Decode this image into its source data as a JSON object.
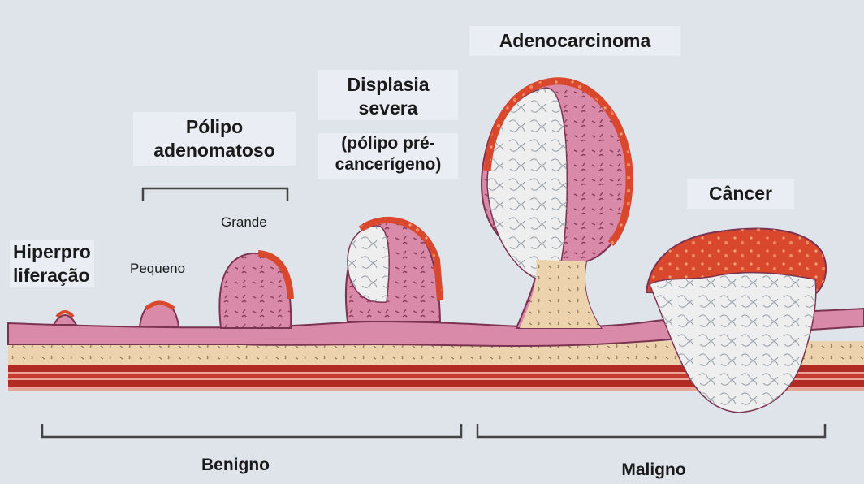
{
  "labels": {
    "hiperproliferacao": "Hiperpro\nliferação",
    "pequeno": "Pequeno",
    "grande": "Grande",
    "polipo_adenomatoso": "Pólipo\nadenomatoso",
    "displasia_severa": "Displasia\nsevera",
    "displasia_sub": "(pólipo pré-\ncancerígeno)",
    "adenocarcinoma": "Adenocarcinoma",
    "cancer": "Câncer",
    "benigno": "Benigno",
    "maligno": "Maligno"
  },
  "colors": {
    "background": "#dfe3ea",
    "mucosa": "#d98aa8",
    "mucosa_dark": "#8a3c5c",
    "submucosa": "#ecd3ae",
    "muscle": "#c0322c",
    "tumor_surface": "#d9472c",
    "tumor_core": "#eeeeee"
  }
}
